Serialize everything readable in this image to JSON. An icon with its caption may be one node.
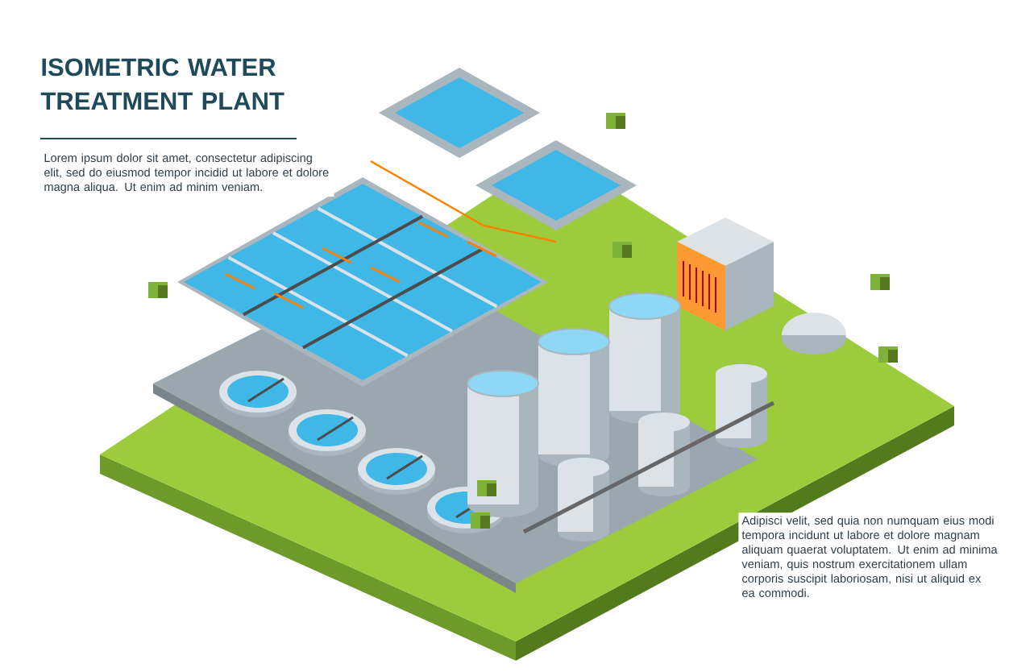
{
  "diagram": {
    "title": "ISOMETRIC WATER TREATMENT PLANT",
    "labels": [
      "Lorem ipsum dolor sit amet, consectetur adipiscing elit, sed do eiusmod tempor incidid ut labore et dolore magna aliqua. Ut enim ad minim veniam.",
      "Adipisci velit, sed quia non numquam eius modi tempora incidunt ut labore et dolore magnam aliquam quaerat voluptatem. Ut enim ad minima veniam, quis nostrum exercitationem ullam corporis suscipit laboriosam, nisi ut aliquid ex ea commodi."
    ]
  }
}
